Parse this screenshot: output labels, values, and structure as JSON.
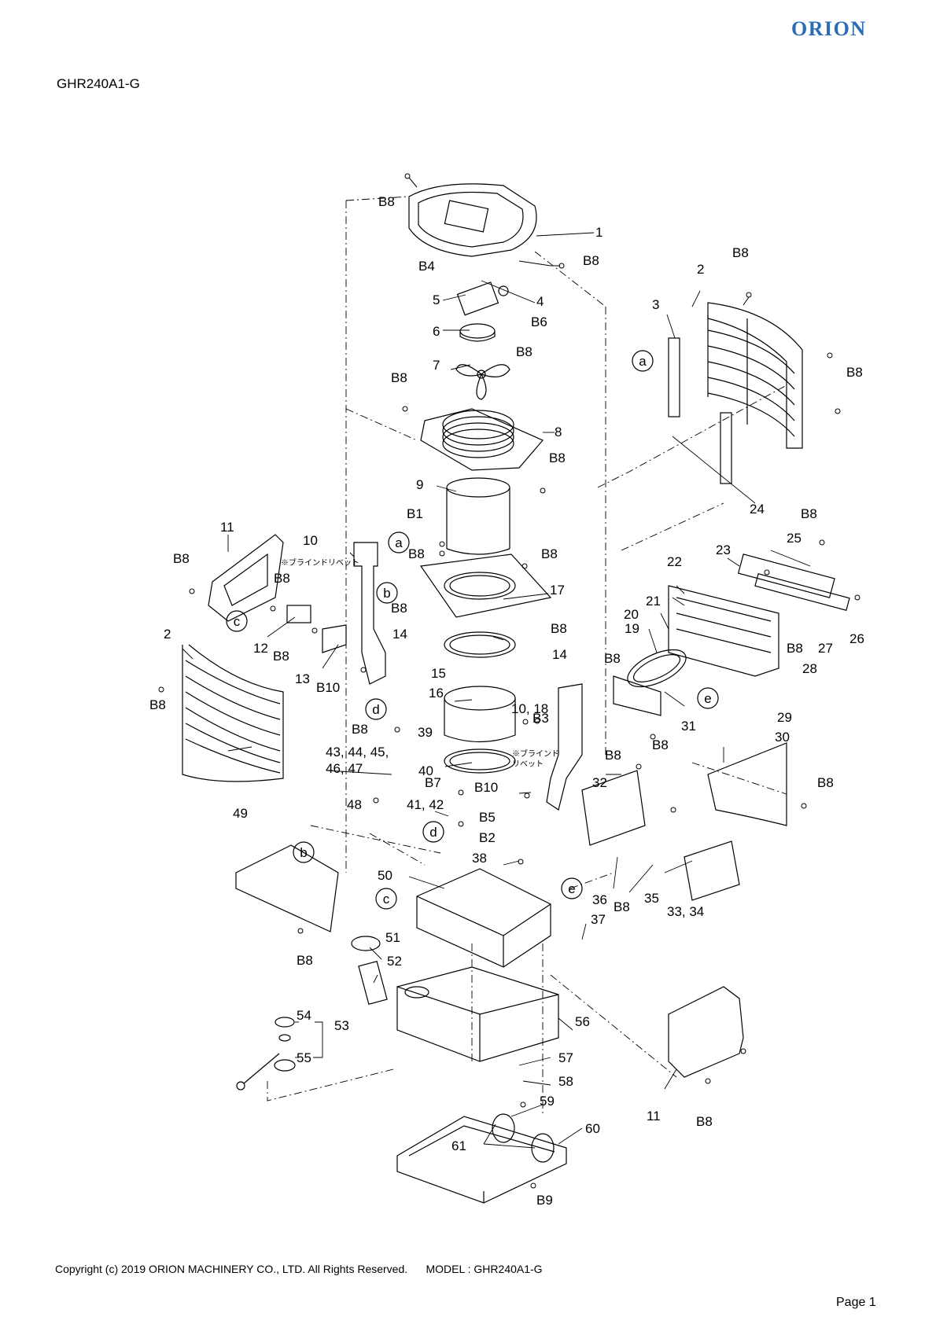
{
  "header": {
    "brand": "ORION",
    "model_code": "GHR240A1-G"
  },
  "footer": {
    "copyright": "Copyright (c) 2019 ORION MACHINERY CO., LTD. All Rights Reserved.",
    "model_label": "MODEL : GHR240A1-G",
    "page": "Page 1"
  },
  "callouts": [
    "1",
    "2",
    "2",
    "3",
    "4",
    "5",
    "6",
    "7",
    "8",
    "9",
    "10",
    "10, 18",
    "11",
    "11",
    "12",
    "13",
    "14",
    "14",
    "15",
    "16",
    "17",
    "19",
    "20",
    "21",
    "22",
    "23",
    "24",
    "25",
    "26",
    "27",
    "28",
    "29",
    "30",
    "31",
    "32",
    "33, 34",
    "35",
    "36",
    "37",
    "38",
    "39",
    "40",
    "41, 42",
    "43, 44, 45,",
    "46, 47",
    "48",
    "49",
    "50",
    "51",
    "52",
    "53",
    "54",
    "55",
    "56",
    "57",
    "58",
    "59",
    "60",
    "61",
    "B1",
    "B2",
    "B3",
    "B4",
    "B5",
    "B6",
    "B7",
    "B8",
    "B9",
    "B10"
  ],
  "reference_circles": [
    "a",
    "b",
    "c",
    "d",
    "e"
  ],
  "notes": {
    "blind_rivet": "※ブラインドリベット",
    "blind_rivet_wrapped_1": "※ブラインド",
    "blind_rivet_wrapped_2": "リベット"
  },
  "colors": {
    "brand": "#2a6cb5",
    "line": "#000000"
  }
}
